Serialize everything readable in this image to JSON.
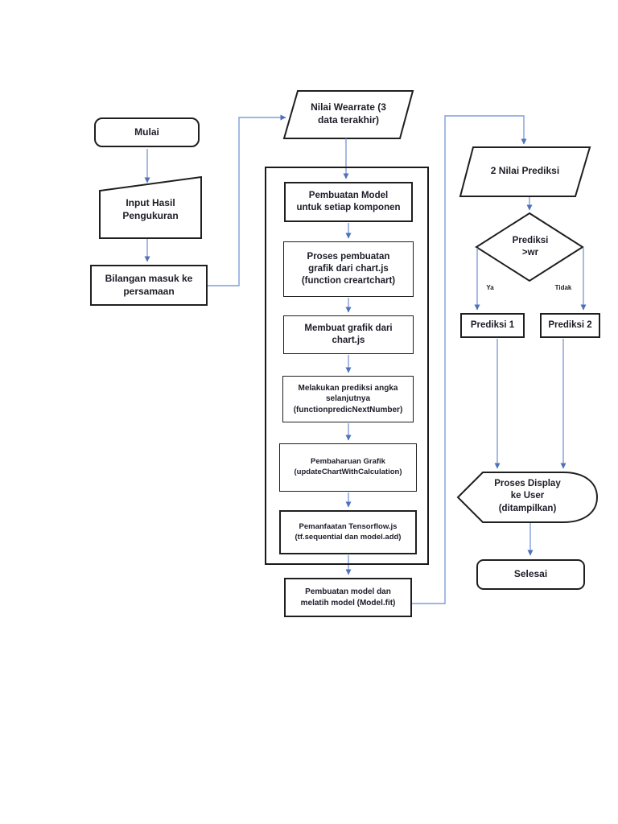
{
  "title": "Flowchart prediksi wear rate",
  "colors": {
    "connector_line": "#7f9dd8",
    "arrowhead": "#4e72ba",
    "shape_border": "#1f1f1f",
    "text": "#1c1c28",
    "background": "#ffffff"
  },
  "nodes": {
    "mulai": "Mulai",
    "input_hasil": "Input Hasil\nPengukuran",
    "bilangan": "Bilangan masuk ke\npersamaan",
    "wearrate": "Nilai Wearrate (3\ndata terakhir)",
    "pembuatan_model": "Pembuatan Model\nuntuk setiap komponen",
    "proses_grafik": "Proses pembuatan\ngrafik dari chart.js\n(function creartchart)",
    "membuat_grafik": "Membuat grafik dari\nchart.js",
    "melakukan_prediksi": "Melakukan prediksi angka\nselanjutnya\n(functionpredicNextNumber)",
    "pembaharuan_grafik": "Pembaharuan Grafik\n(updateChartWithCalculation)",
    "pemanfaatan_tf": "Pemanfaatan Tensorflow.js\n(tf.sequential dan model.add)",
    "model_fit": "Pembuatan model dan\nmelatih model (Model.fit)",
    "nilai_prediksi": "2 Nilai Prediksi",
    "decision": "Prediksi\n>wr",
    "prediksi1": "Prediksi 1",
    "prediksi2": "Prediksi 2",
    "display_user": "Proses Display\nke User\n(ditampilkan)",
    "selesai": "Selesai"
  },
  "branch_labels": {
    "yes": "Ya",
    "no": "Tidak"
  }
}
